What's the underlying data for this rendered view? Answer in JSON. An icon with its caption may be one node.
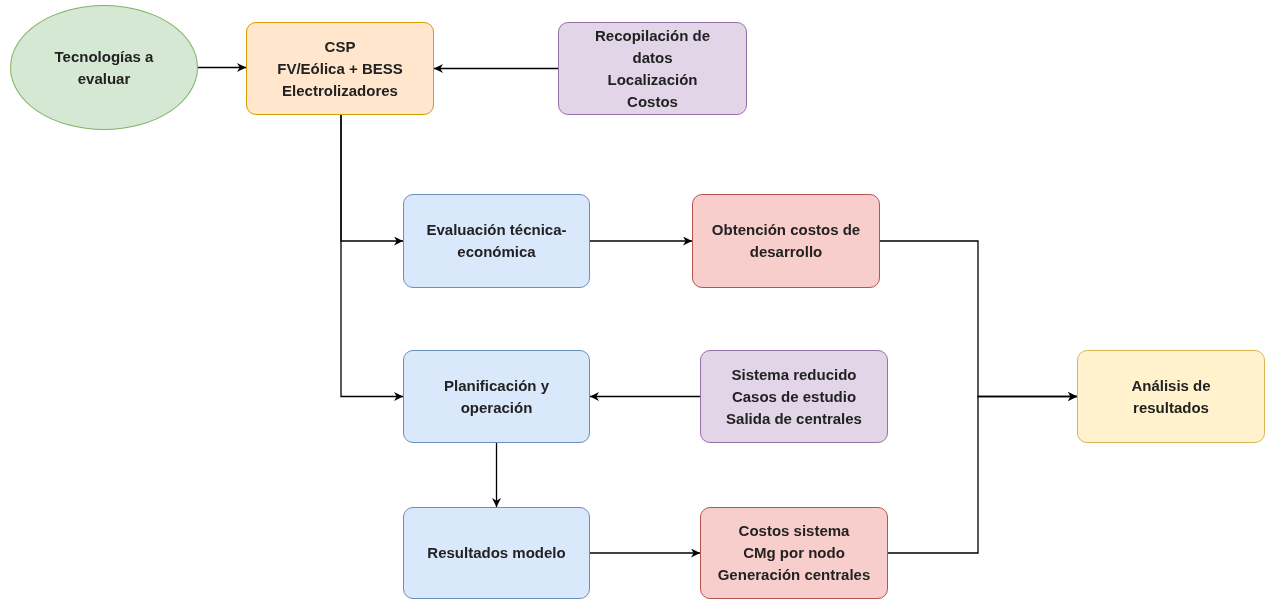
{
  "diagram": {
    "nodes": [
      {
        "text": [
          "Tecnologías a evaluar"
        ]
      },
      {
        "text": [
          "CSP",
          "FV/Eólica + BESS",
          "Electrolizadores"
        ]
      },
      {
        "text": [
          "Recopilación de datos",
          "Localización",
          "Costos"
        ]
      },
      {
        "text": [
          "Evaluación técnica-económica"
        ]
      },
      {
        "text": [
          "Obtención costos de desarrollo"
        ]
      },
      {
        "text": [
          "Planificación y operación"
        ]
      },
      {
        "text": [
          "Sistema reducido",
          "Casos de estudio",
          "Salida de centrales"
        ]
      },
      {
        "text": [
          "Análisis de resultados"
        ]
      },
      {
        "text": [
          "Resultados modelo"
        ]
      },
      {
        "text": [
          "Costos sistema",
          "CMg por nodo",
          "Generación centrales"
        ]
      }
    ],
    "edges": [
      {
        "from": 0,
        "to": 1,
        "arrow": "to"
      },
      {
        "from": 2,
        "to": 1,
        "arrow": "to"
      },
      {
        "from": 1,
        "to": 3,
        "arrow": "to"
      },
      {
        "from": 1,
        "to": 5,
        "arrow": "to"
      },
      {
        "from": 3,
        "to": 4,
        "arrow": "to"
      },
      {
        "from": 6,
        "to": 5,
        "arrow": "to"
      },
      {
        "from": 5,
        "to": 8,
        "arrow": "to"
      },
      {
        "from": 8,
        "to": 9,
        "arrow": "to"
      },
      {
        "from": 4,
        "to": 7,
        "arrow": "to"
      },
      {
        "from": 9,
        "to": 7,
        "arrow": "to"
      }
    ]
  }
}
